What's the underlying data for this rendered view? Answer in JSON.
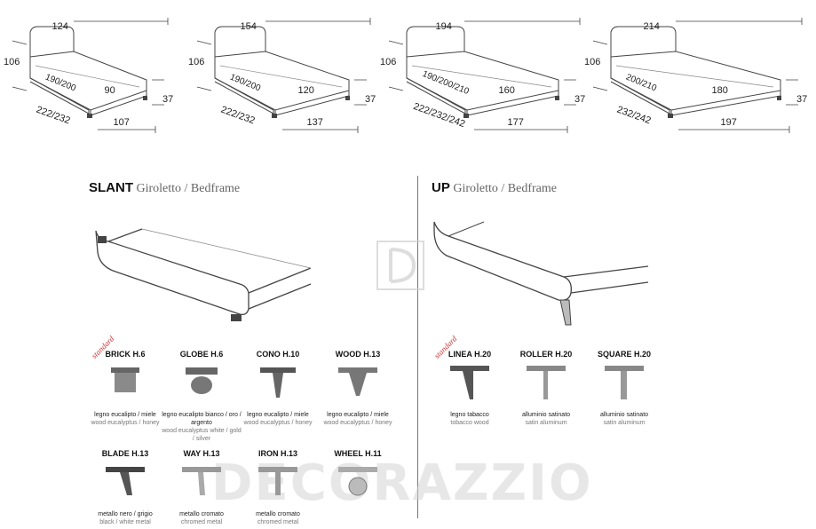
{
  "beds": [
    {
      "width": "124",
      "height": "106",
      "mattress": "190/200",
      "inner": "90",
      "side": "37",
      "length": "222/232",
      "depth": "107"
    },
    {
      "width": "154",
      "height": "106",
      "mattress": "190/200",
      "inner": "120",
      "side": "37",
      "length": "222/232",
      "depth": "137"
    },
    {
      "width": "194",
      "height": "106",
      "mattress": "190/200/210",
      "inner": "160",
      "side": "37",
      "length": "222/232/242",
      "depth": "177"
    },
    {
      "width": "214",
      "height": "106",
      "mattress": "200/210",
      "inner": "180",
      "side": "37",
      "length": "232/242",
      "depth": "197"
    }
  ],
  "slant": {
    "title": "SLANT",
    "subtitle_it": "Giroletto",
    "subtitle_en": "/ Bedframe",
    "standard_label": "standard",
    "feet": [
      {
        "name": "BRICK H.6",
        "it": "legno eucalipto / miele",
        "en": "wood eucalyptus / honey"
      },
      {
        "name": "GLOBE H.6",
        "it": "legno eucalipto bianco / oro / argento",
        "en": "wood eucalyptus white / gold / silver"
      },
      {
        "name": "CONO H.10",
        "it": "legno eucalipto / miele",
        "en": "wood eucalyptus / honey"
      },
      {
        "name": "WOOD H.13",
        "it": "legno eucalipto / miele",
        "en": "wood eucalyptus / honey"
      },
      {
        "name": "BLADE H.13",
        "it": "metallo nero / grigio",
        "en": "black / white metal"
      },
      {
        "name": "WAY H.13",
        "it": "metallo cromato",
        "en": "chromed metal"
      },
      {
        "name": "IRON H.13",
        "it": "metallo cromato",
        "en": "chromed metal"
      },
      {
        "name": "WHEEL H.11",
        "it": "",
        "en": ""
      }
    ]
  },
  "up": {
    "title": "UP",
    "subtitle_it": "Giroletto",
    "subtitle_en": "/ Bedframe",
    "standard_label": "standard",
    "feet": [
      {
        "name": "LINEA H.20",
        "it": "legno tabacco",
        "en": "tobacco wood"
      },
      {
        "name": "ROLLER H.20",
        "it": "alluminio satinato",
        "en": "satin aluminum"
      },
      {
        "name": "SQUARE H.20",
        "it": "alluminio satinato",
        "en": "satin aluminum"
      }
    ]
  },
  "watermark": "DECORAZZIO",
  "colors": {
    "line": "#333333",
    "accent": "#cc3333",
    "divider": "#777777"
  }
}
